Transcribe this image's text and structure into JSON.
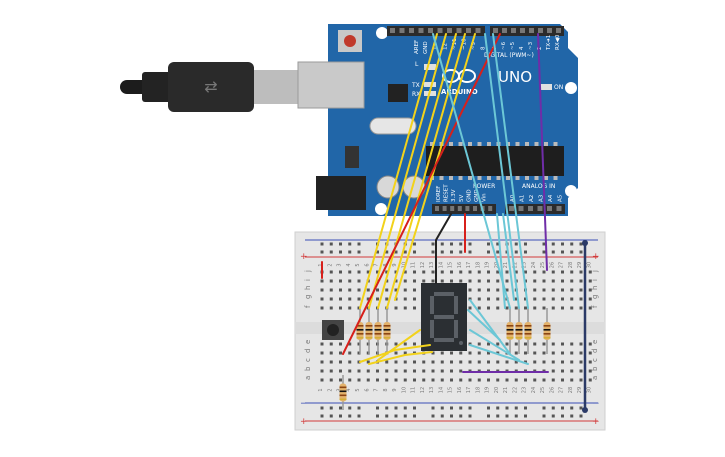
{
  "colors": {
    "pcb": "#2166a8",
    "pcb_dark": "#1a5690",
    "header": "#2b2b2b",
    "breadboard": "#e6e6e6",
    "rail_red": "#d23a3a",
    "rail_blue": "#3a4fb5",
    "wire_yellow": "#f2d21b",
    "wire_red": "#d7201b",
    "wire_cyan": "#6cc7d6",
    "wire_purple": "#6f2da8",
    "wire_black": "#222222",
    "display": "#2b2f33",
    "segment": "#5b6066"
  },
  "arduino": {
    "brand": "ARDUINO",
    "model": "UNO",
    "digital_label": "DIGITAL (PWM~)",
    "analog_label": "ANALOG IN",
    "power_label": "POWER",
    "on_label": "ON",
    "l_label": "L",
    "tx_label": "TX",
    "rx_label": "RX",
    "aref_label": "AREF",
    "gnd_label": "GND",
    "txrx_labels": [
      "TX➜1",
      "RX◀0"
    ],
    "power_pins": [
      "IOREF",
      "RESET",
      "3.3V",
      "5V",
      "GND",
      "GND",
      "Vin"
    ],
    "analog_pins": [
      "A0",
      "A1",
      "A2",
      "A3",
      "A4",
      "A5"
    ],
    "digital_pins": [
      "13",
      "12",
      "~11",
      "~10",
      "~9",
      "8",
      "7",
      "~6",
      "~5",
      "4",
      "~3",
      "2"
    ]
  },
  "breadboard": {
    "row_letters_top": [
      "j",
      "i",
      "h",
      "g",
      "f"
    ],
    "row_letters_bottom": [
      "e",
      "d",
      "c",
      "b",
      "a"
    ],
    "columns": [
      "1",
      "2",
      "3",
      "4",
      "5",
      "6",
      "7",
      "8",
      "9",
      "10",
      "11",
      "12",
      "13",
      "14",
      "15",
      "16",
      "17",
      "18",
      "19",
      "20",
      "21",
      "22",
      "23",
      "24",
      "25",
      "26",
      "27",
      "28",
      "29",
      "30"
    ],
    "rail_plus": "+",
    "rail_minus": "−"
  }
}
